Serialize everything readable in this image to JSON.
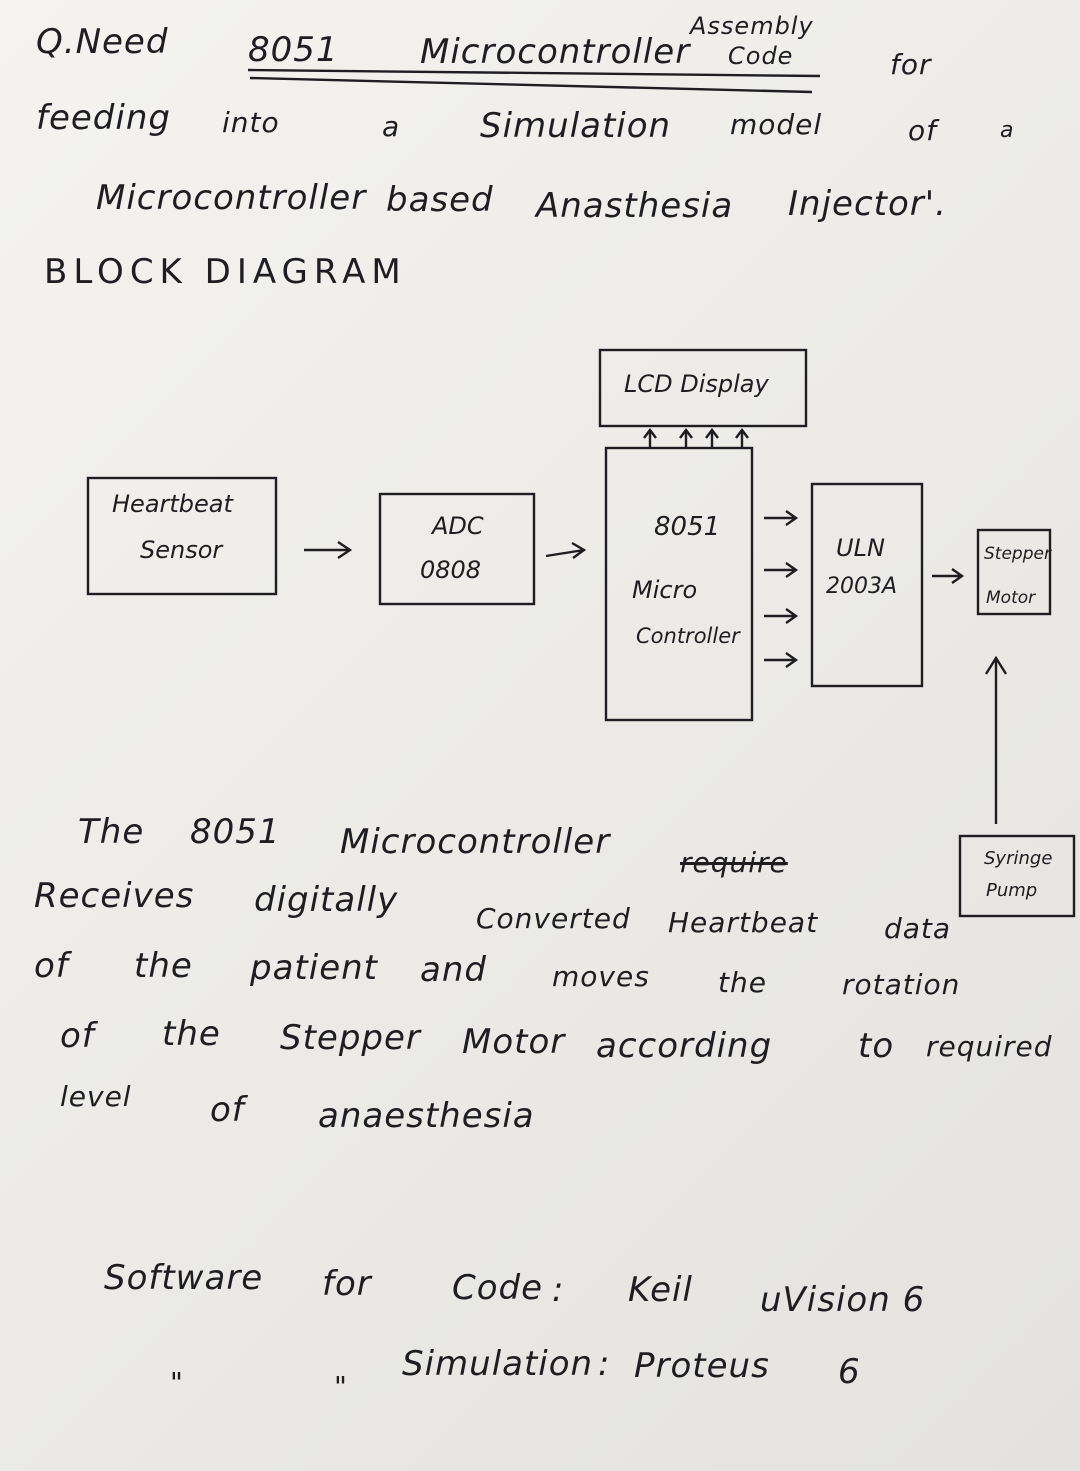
{
  "question": {
    "line1": [
      "Q.Need",
      "8051",
      "Microcontroller",
      "Assembly",
      "Code",
      "for"
    ],
    "line2": [
      "feeding",
      "into",
      "a",
      "Simulation",
      "model",
      "of",
      "a"
    ],
    "line3": [
      "Microcontroller",
      "based",
      "Anasthesia",
      "Injector'."
    ]
  },
  "diagram": {
    "heading": "BLOCK DIAGRAM",
    "blocks": {
      "heartbeat": [
        "Heartbeat",
        "Sensor"
      ],
      "adc": [
        "ADC",
        "0808"
      ],
      "mcu": [
        "8051",
        "Micro",
        "Controller"
      ],
      "uln": [
        "ULN",
        "2003A"
      ],
      "lcd": "LCD Display",
      "stepper": [
        "Stepper",
        "Motor"
      ],
      "syringe": [
        "Syringe",
        "Pump"
      ]
    }
  },
  "description": {
    "line1": [
      "The",
      "8051",
      "Microcontroller"
    ],
    "struck": "require",
    "line2": [
      "Receives",
      "digitally",
      "Converted",
      "Heartbeat",
      "data"
    ],
    "line3": [
      "of",
      "the",
      "patient",
      "and",
      "moves",
      "the",
      "rotation"
    ],
    "line4": [
      "of",
      "the",
      "Stepper",
      "Motor",
      "according",
      "to",
      "required"
    ],
    "line5": [
      "level",
      "of",
      "anaesthesia"
    ]
  },
  "software": {
    "line1": [
      "Software",
      "for",
      "Code",
      ":",
      "Keil",
      "uVision 6"
    ],
    "line2": [
      "\"",
      "\"",
      "Simulation",
      ":",
      "Proteus",
      "6"
    ]
  }
}
